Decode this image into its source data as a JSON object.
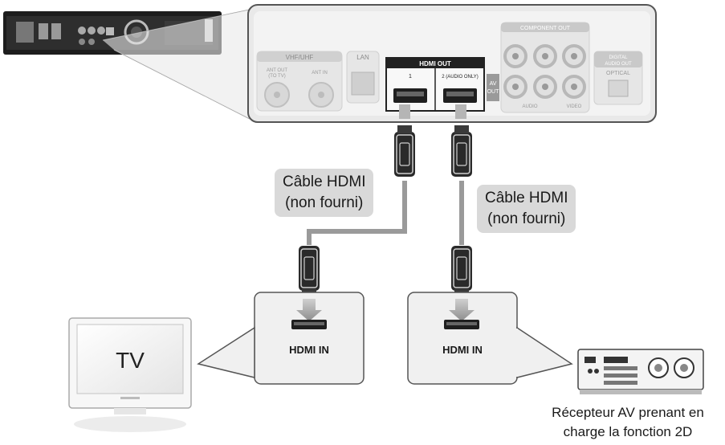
{
  "panel": {
    "vhf_uhf": "VHF/UHF",
    "ant_out": "ANT OUT",
    "to_tv": "(TO TV)",
    "ant_in": "ANT IN",
    "lan": "LAN",
    "hdmi_out": "HDMI OUT",
    "hdmi_port_1": "1",
    "hdmi_port_2": "2 (AUDIO ONLY)",
    "av_out_1": "AV",
    "av_out_2": "OUT",
    "component_out": "COMPONENT OUT",
    "audio": "AUDIO",
    "video": "VIDEO",
    "digital_audio_out_1": "DIGITAL",
    "digital_audio_out_2": "AUDIO OUT",
    "optical": "OPTICAL"
  },
  "cable_left": {
    "line1": "Câble HDMI",
    "line2": "(non fourni)"
  },
  "cable_right": {
    "line1": "Câble HDMI",
    "line2": "(non fourni)"
  },
  "tv": {
    "label": "TV",
    "hdmi_in": "HDMI IN"
  },
  "receiver": {
    "hdmi_in": "HDMI IN",
    "caption_line1": "Récepteur AV prenant en",
    "caption_line2": "charge la fonction 2D"
  },
  "colors": {
    "cable": "#9a9a9a",
    "connector": "#222222",
    "panel_fill": "#eeeeee",
    "panel_border": "#555555",
    "box_fill": "#f0f0f0"
  }
}
